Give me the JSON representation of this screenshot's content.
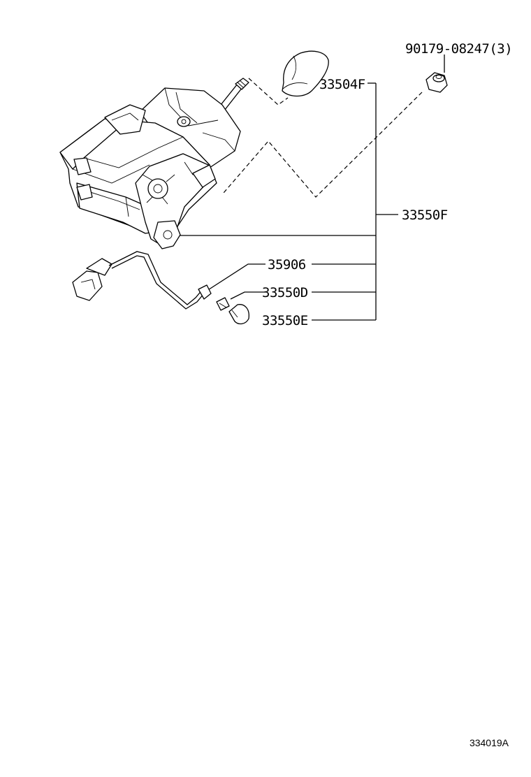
{
  "parts": {
    "bolt": "90179-08247(3)",
    "knob": "33504F",
    "assembly": "33550F",
    "harness": "35906",
    "socket": "33550D",
    "bulb": "33550E"
  },
  "figure_number": "334019A"
}
